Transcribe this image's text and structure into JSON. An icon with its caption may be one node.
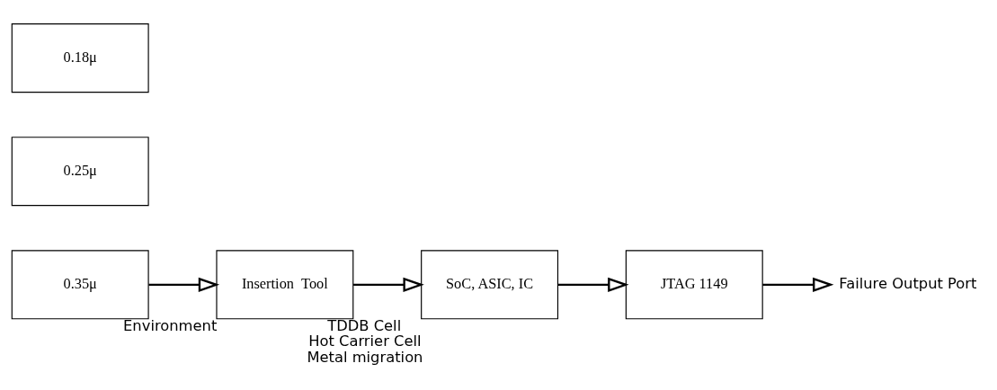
{
  "diagram": {
    "nodes": [
      {
        "text": [
          "0.18μ"
        ]
      },
      {
        "text": [
          "0.25μ"
        ]
      },
      {
        "text": [
          "0.35μ"
        ]
      },
      {
        "text": [
          "Insertion  Tool"
        ],
        "beside": [
          "Environment"
        ]
      },
      {
        "text": [
          "SoC, ASIC, IC"
        ],
        "beside": [
          "TDDB Cell",
          "Hot Carrier Cell",
          "Metal migration"
        ]
      },
      {
        "text": [
          "JTAG 1149"
        ]
      },
      {
        "text": [
          "Failure Output Port"
        ]
      }
    ],
    "edges": [
      {
        "from": 2,
        "to": 3,
        "arrow": "to"
      },
      {
        "from": 3,
        "to": 4,
        "arrow": "to"
      },
      {
        "from": 4,
        "to": 5,
        "arrow": "to"
      },
      {
        "from": 5,
        "to": 6,
        "arrow": "to"
      }
    ]
  }
}
